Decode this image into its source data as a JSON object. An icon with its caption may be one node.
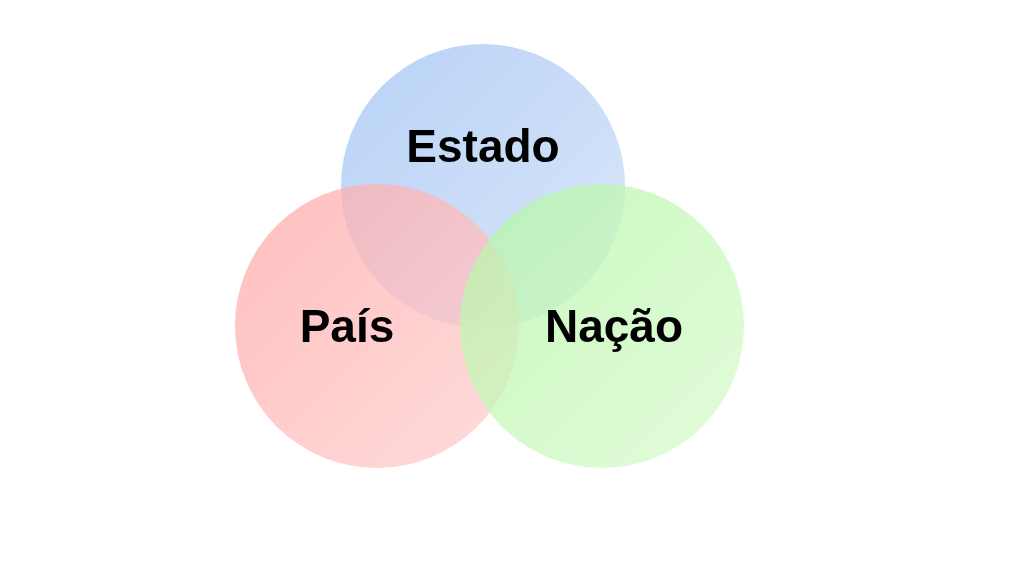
{
  "diagram": {
    "nodes": [
      {
        "text": [
          "Estado"
        ]
      },
      {
        "text": [
          "País"
        ]
      },
      {
        "text": [
          "Nação"
        ]
      }
    ]
  }
}
